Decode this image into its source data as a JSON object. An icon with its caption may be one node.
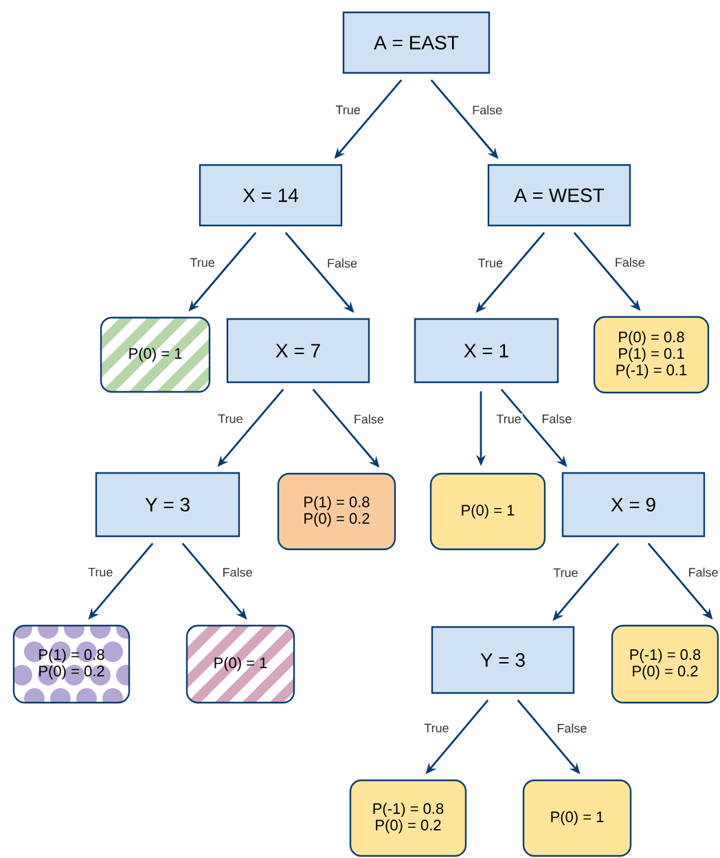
{
  "diagram": {
    "nodes": [
      {
        "text": [
          "A = EAST"
        ]
      },
      {
        "text": [
          "X = 14"
        ]
      },
      {
        "text": [
          "A = WEST"
        ]
      },
      {
        "text": [
          "P(0) = 1"
        ]
      },
      {
        "text": [
          "X = 7"
        ]
      },
      {
        "text": [
          "X = 1"
        ]
      },
      {
        "text": [
          "P(0) = 0.8",
          "P(1) = 0.1",
          "P(-1) = 0.1"
        ]
      },
      {
        "text": [
          "Y = 3"
        ]
      },
      {
        "text": [
          "P(1) = 0.8",
          "P(0) = 0.2"
        ]
      },
      {
        "text": [
          "P(0) = 1"
        ]
      },
      {
        "text": [
          "X = 9"
        ]
      },
      {
        "text": [
          "P(1) = 0.8",
          "P(0) = 0.2"
        ]
      },
      {
        "text": [
          "P(0) = 1"
        ]
      },
      {
        "text": [
          "Y = 3"
        ]
      },
      {
        "text": [
          "P(-1) = 0.8",
          "P(0) = 0.2"
        ]
      },
      {
        "text": [
          "P(-1) = 0.8",
          "P(0) = 0.2"
        ]
      },
      {
        "text": [
          "P(0) = 1"
        ]
      }
    ],
    "edges": [
      {
        "from": 0,
        "to": 1,
        "arrow": "to",
        "label": "True"
      },
      {
        "from": 0,
        "to": 2,
        "arrow": "to",
        "label": "False"
      },
      {
        "from": 1,
        "to": 3,
        "arrow": "to",
        "label": "True"
      },
      {
        "from": 1,
        "to": 4,
        "arrow": "to",
        "label": "False"
      },
      {
        "from": 2,
        "to": 5,
        "arrow": "to",
        "label": "True"
      },
      {
        "from": 2,
        "to": 6,
        "arrow": "to",
        "label": "False"
      },
      {
        "from": 4,
        "to": 7,
        "arrow": "to",
        "label": "True"
      },
      {
        "from": 4,
        "to": 8,
        "arrow": "to",
        "label": "False"
      },
      {
        "from": 5,
        "to": 9,
        "arrow": "to",
        "label": "True"
      },
      {
        "from": 5,
        "to": 10,
        "arrow": "to",
        "label": "False"
      },
      {
        "from": 7,
        "to": 11,
        "arrow": "to",
        "label": "True"
      },
      {
        "from": 7,
        "to": 12,
        "arrow": "to",
        "label": "False"
      },
      {
        "from": 10,
        "to": 13,
        "arrow": "to",
        "label": "True"
      },
      {
        "from": 10,
        "to": 14,
        "arrow": "to",
        "label": "False"
      },
      {
        "from": 13,
        "to": 15,
        "arrow": "to",
        "label": "True"
      },
      {
        "from": 13,
        "to": 16,
        "arrow": "to",
        "label": "False"
      }
    ]
  }
}
